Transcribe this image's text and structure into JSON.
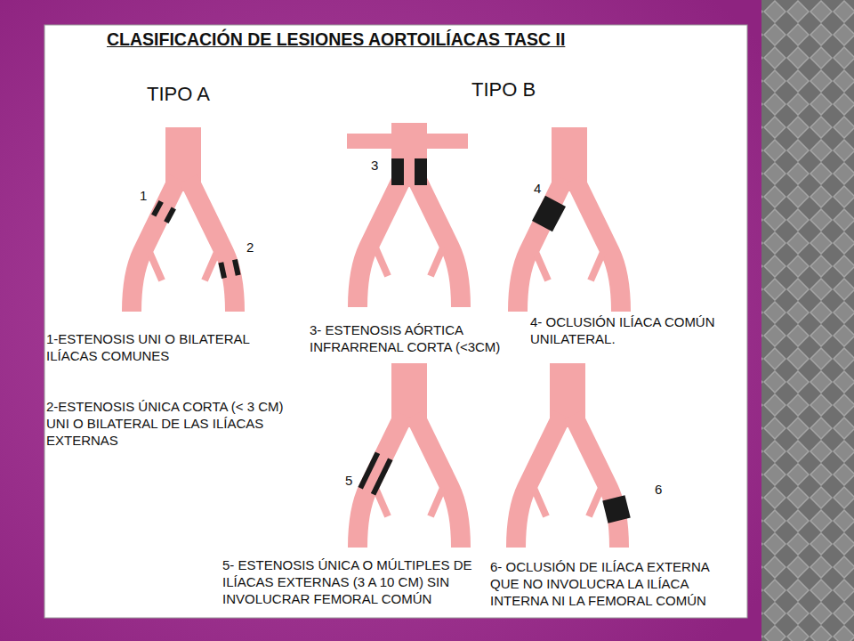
{
  "diagram": {
    "title": "CLASIFICACIÓN DE LESIONES AORTOILÍACAS TASC II",
    "labels": [
      "TIPO A",
      "TIPO B",
      "1",
      "2",
      "3",
      "4",
      "5",
      "6",
      "1-ESTENOSIS UNI O BILATERAL ILÍACAS COMUNES",
      "2-ESTENOSIS ÚNICA CORTA (< 3 CM) UNI O BILATERAL DE LAS ILÍACAS EXTERNAS",
      "3- ESTENOSIS AÓRTICA INFRARRENAL CORTA (<3CM)",
      "4- OCLUSIÓN ILÍACA COMÚN UNILATERAL.",
      "5- ESTENOSIS ÚNICA O MÚLTIPLES DE ILÍACAS EXTERNAS (3 A 10 CM) SIN INVOLUCRAR FEMORAL COMÚN",
      "6- OCLUSIÓN DE ILÍACA EXTERNA QUE NO INVOLUCRA LA ILÍACA INTERNA NI LA FEMORAL COMÚN"
    ]
  }
}
